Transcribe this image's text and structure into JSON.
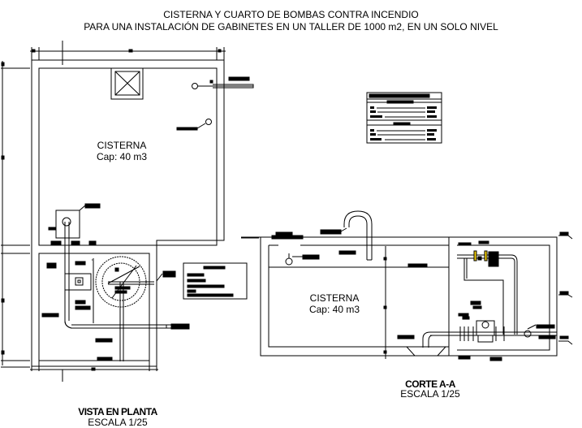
{
  "title": {
    "line1": "CISTERNA Y CUARTO DE BOMBAS CONTRA INCENDIO",
    "line2": "PARA UNA INSTALACIÓN DE GABINETES EN UN TALLER DE 1000 m2, EN UN SOLO NIVEL"
  },
  "plan": {
    "tank_name": "CISTERNA",
    "tank_capacity": "Cap: 40 m3",
    "view_title": "VISTA EN PLANTA",
    "view_scale": "ESCALA 1/25"
  },
  "section": {
    "tank_name": "CISTERNA",
    "tank_capacity": "Cap: 40 m3",
    "view_title": "CORTE A-A",
    "view_scale": "ESCALA 1/25"
  },
  "colors": {
    "line": "#000000",
    "valve_accent": "#f5d000",
    "background": "#ffffff"
  }
}
